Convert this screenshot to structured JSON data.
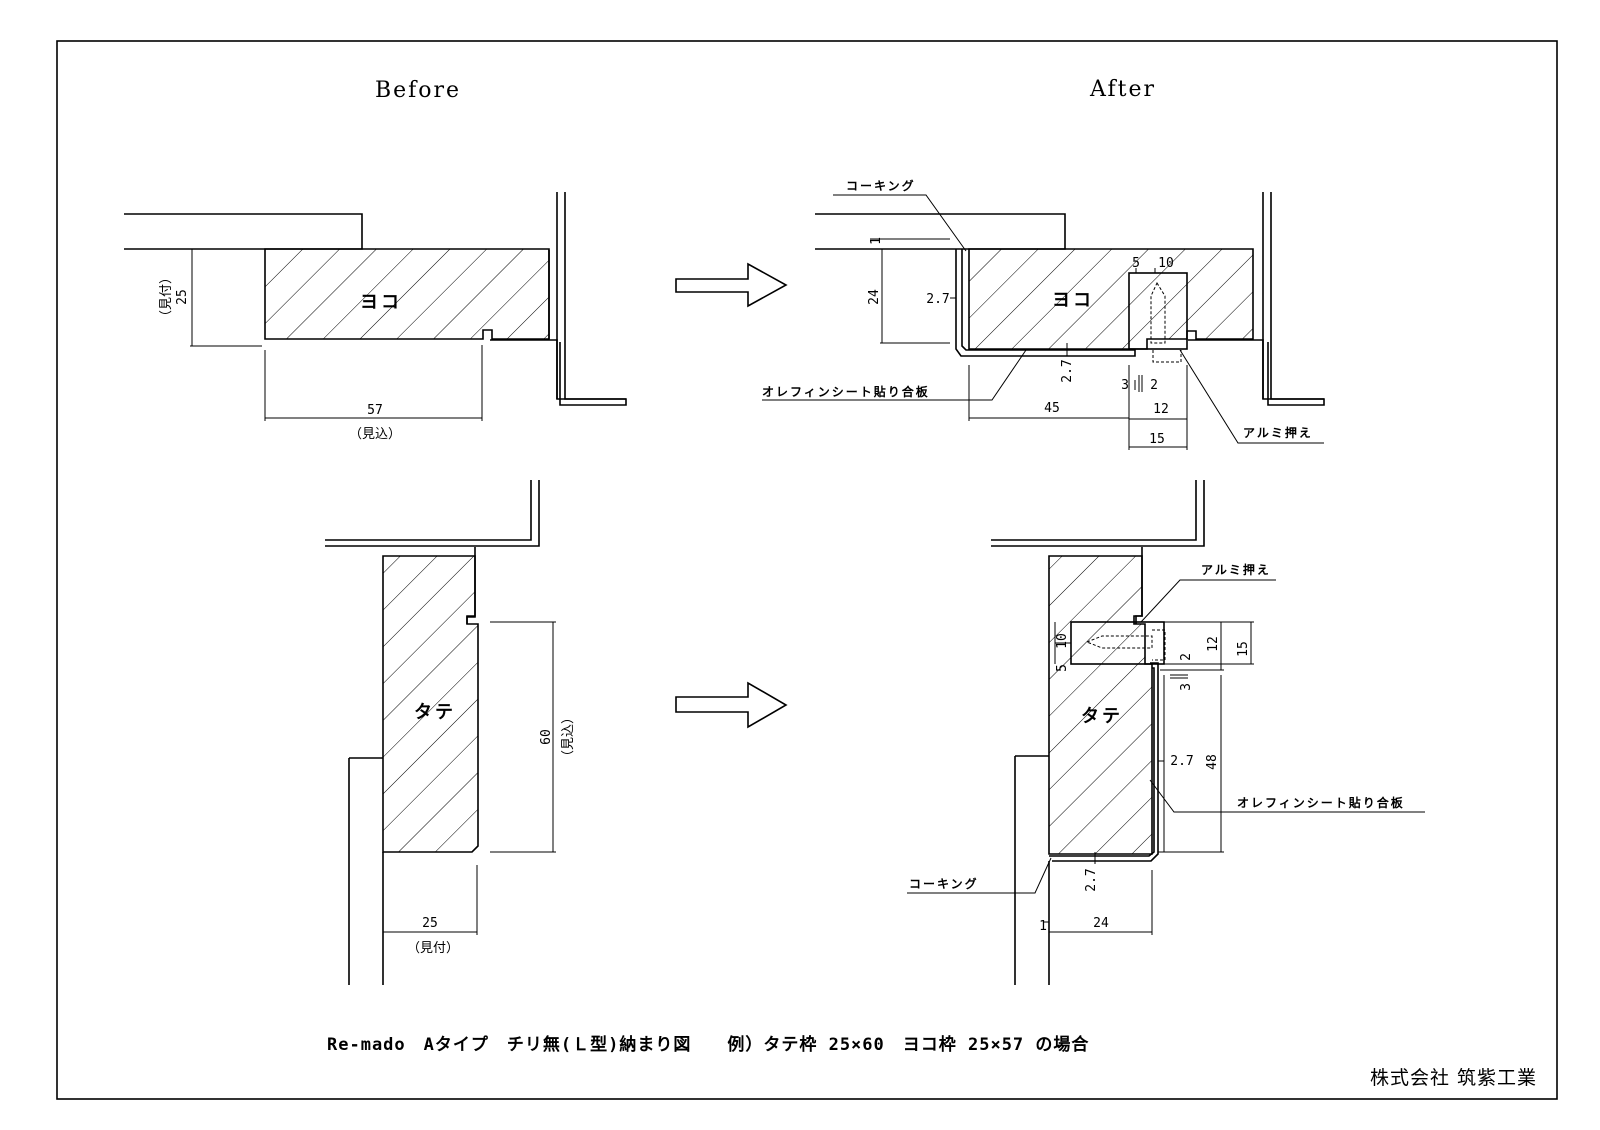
{
  "headings": {
    "before": "Before",
    "after": "After"
  },
  "parts": {
    "yoko": "ヨコ",
    "tate": "タテ"
  },
  "labels": {
    "caulking": "コーキング",
    "olefin": "オレフィンシート貼り合板",
    "alumi": "アルミ押え"
  },
  "dims": {
    "before_yoko_25": "25",
    "mitsuke_v": "（見付）",
    "before_yoko_57": "57",
    "mikomi": "（見込）",
    "before_tate_60": "60",
    "mikomi_v": "（見込）",
    "before_tate_25": "25",
    "mitsuke": "（見付）",
    "after_yoko_1": "1",
    "after_yoko_24": "24",
    "after_yoko_27a": "2.7",
    "after_yoko_27b": "2.7",
    "after_yoko_5": "5",
    "after_yoko_10": "10",
    "after_yoko_3": "3",
    "after_yoko_2": "2",
    "after_yoko_45": "45",
    "after_yoko_12": "12",
    "after_yoko_15": "15",
    "after_tate_10": "10",
    "after_tate_5": "5",
    "after_tate_2": "2",
    "after_tate_3": "3",
    "after_tate_12": "12",
    "after_tate_15": "15",
    "after_tate_27a": "2.7",
    "after_tate_48": "48",
    "after_tate_27b": "2.7",
    "after_tate_1": "1",
    "after_tate_24": "24"
  },
  "footer": {
    "title": "Re-mado　Aタイプ　チリ無(Ｌ型)納まり図　　例）タテ枠 25×60　ヨコ枠 25×57 の場合",
    "company": "株式会社 筑紫工業"
  }
}
